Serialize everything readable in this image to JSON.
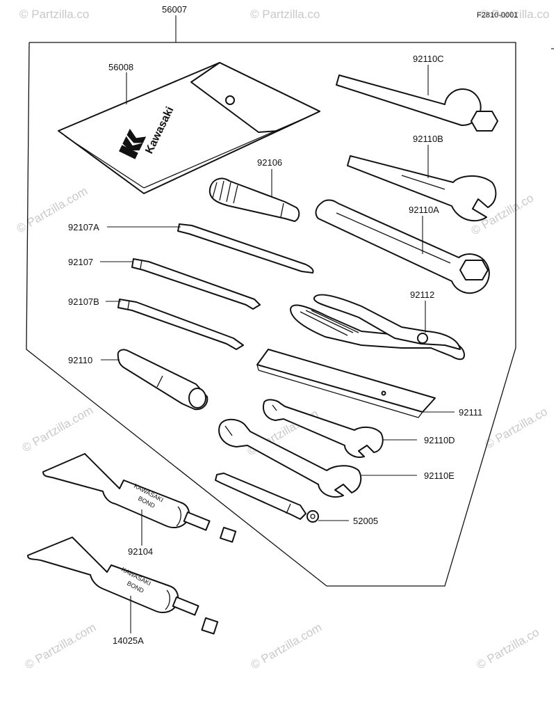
{
  "diagram": {
    "reference_code": "F2810-0001",
    "group_label": "56007",
    "part_labels": {
      "pouch": "56008",
      "screwdriver_handle": "92106",
      "screwdriver_bit_a": "92107A",
      "screwdriver_bit": "92107",
      "screwdriver_bit_b": "92107B",
      "box_wrench": "92110",
      "wrench_c": "92110C",
      "wrench_b": "92110B",
      "wrench_a": "92110A",
      "pliers": "92112",
      "lever_bar": "92111",
      "wrench_d": "92110D",
      "wrench_e": "92110E",
      "spoke_wrench": "52005",
      "bond_tube_1": "92104",
      "bond_tube_2": "14025A"
    },
    "pouch_brand": "Kawasaki",
    "tube_print_line1": "KAWASAKI",
    "tube_print_line2": "BOND",
    "watermark": "© Partzilla.com",
    "watermark_short": "© Partzilla.co"
  },
  "colors": {
    "line": "#111111",
    "background": "#ffffff",
    "watermark": "#c9c9c9"
  }
}
